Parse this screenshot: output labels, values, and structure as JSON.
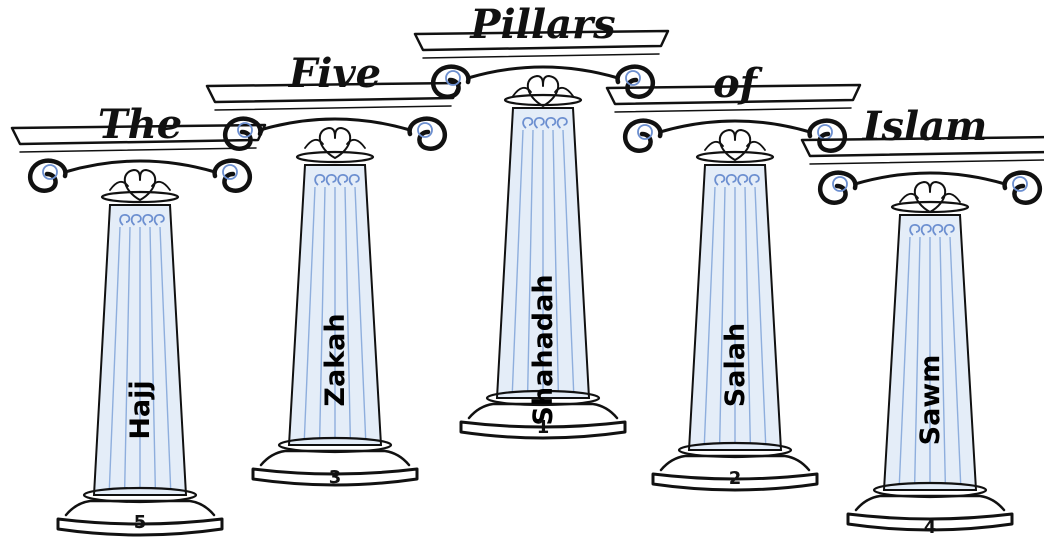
{
  "title_words": [
    "The",
    "Five",
    "Pillars",
    "of",
    "Islam"
  ],
  "pillars": [
    {
      "name": "Hajj",
      "number": "5"
    },
    {
      "name": "Zakah",
      "number": "3"
    },
    {
      "name": "Shahadah",
      "number": "1"
    },
    {
      "name": "Salah",
      "number": "2"
    },
    {
      "name": "Sawm",
      "number": "4"
    }
  ],
  "colors": {
    "ink": "#111111",
    "shaft_fill": "#e4edf8",
    "flute": "#8eaedd",
    "swirl_blue": "#6c8fd0"
  }
}
